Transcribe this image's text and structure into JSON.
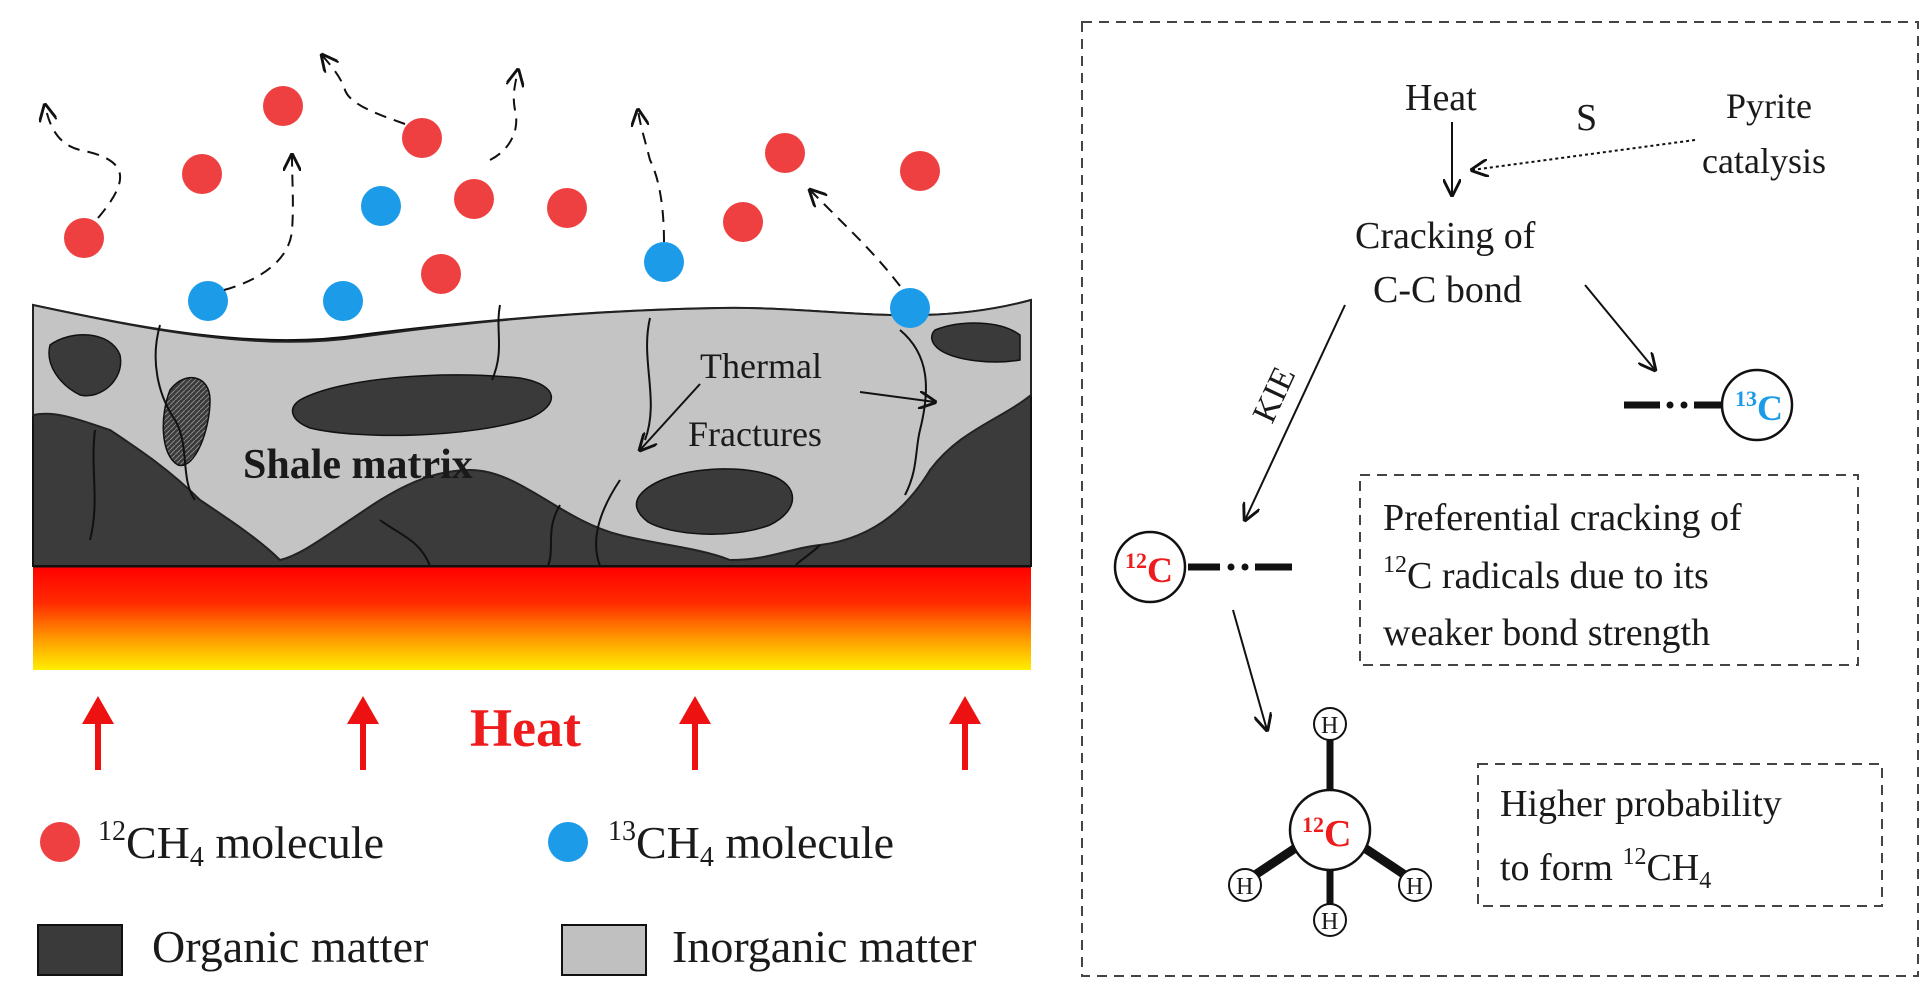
{
  "left_panel": {
    "shale_label": "Shale matrix",
    "fracture_label_1": "Thermal",
    "fracture_label_2": "Fractures",
    "heat_label": "Heat",
    "legend": {
      "ch4_12": {
        "sup": "12",
        "main": "CH",
        "sub": "4",
        "tail": " molecule",
        "color": "#ee4040"
      },
      "ch4_13": {
        "sup": "13",
        "main": "CH",
        "sub": "4",
        "tail": " molecule",
        "color": "#1c9be8"
      },
      "organic": {
        "label": "Organic matter",
        "color": "#3a3a3a"
      },
      "inorganic": {
        "label": "Inorganic matter",
        "color": "#c0c0c0"
      }
    }
  },
  "right_panel": {
    "heat": "Heat",
    "s_label": "S",
    "pyrite_1": "Pyrite",
    "pyrite_2": "catalysis",
    "cracking_1": "Cracking of",
    "cracking_2": "C-C bond",
    "kie": "KIE",
    "c13": {
      "sup": "13",
      "main": "C"
    },
    "c12": {
      "sup": "12",
      "main": "C"
    },
    "methane_center": {
      "sup": "12",
      "main": "C"
    },
    "h": "H",
    "box1": {
      "line1": "Preferential cracking of",
      "line2_sup": "12",
      "line2": "C radicals due to its",
      "line3": "weaker bond strength"
    },
    "box2": {
      "line1": "Higher probability",
      "line2": "to form ",
      "line2_sup": "12",
      "line2_main": "CH",
      "line2_sub": "4"
    }
  }
}
